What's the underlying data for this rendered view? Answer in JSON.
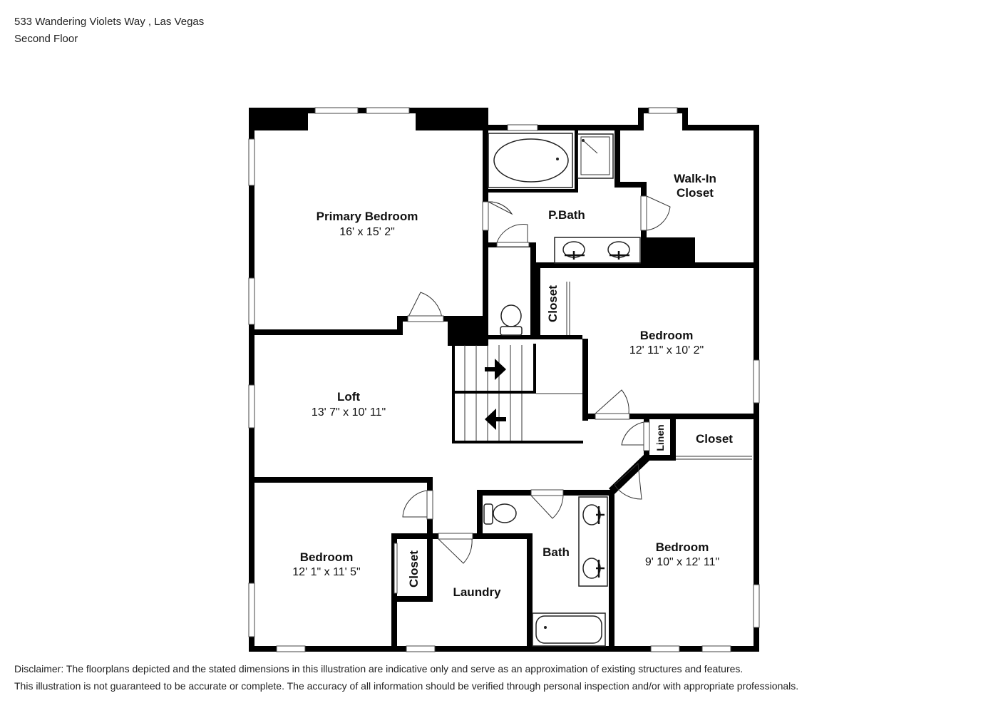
{
  "header": {
    "address": "533 Wandering Violets Way , Las Vegas",
    "floor": "Second Floor"
  },
  "rooms": {
    "primary_bedroom": {
      "name": "Primary Bedroom",
      "dims": "16' x 15' 2\""
    },
    "p_bath": {
      "name": "P.Bath"
    },
    "walk_in_closet": {
      "name_line1": "Walk-In",
      "name_line2": "Closet"
    },
    "closet_upper": {
      "name": "Closet"
    },
    "bedroom_right": {
      "name": "Bedroom",
      "dims": "12' 11\" x 10' 2\""
    },
    "loft": {
      "name": "Loft",
      "dims": "13' 7\" x 10' 11\""
    },
    "linen": {
      "name": "Linen"
    },
    "closet_right": {
      "name": "Closet"
    },
    "bedroom_left": {
      "name": "Bedroom",
      "dims": "12' 1\" x 11' 5\""
    },
    "closet_left": {
      "name": "Closet"
    },
    "laundry": {
      "name": "Laundry"
    },
    "bath": {
      "name": "Bath"
    },
    "bedroom_bottom_right": {
      "name": "Bedroom",
      "dims": "9' 10\" x 12' 11\""
    }
  },
  "disclaimer": {
    "line1": "Disclaimer: The floorplans depicted and the stated dimensions in this illustration are indicative only and serve as an approximation of existing structures and features.",
    "line2": "This illustration is not guaranteed to be accurate or complete. The accuracy of all information should be verified through personal inspection and/or with appropriate professionals."
  },
  "colors": {
    "wall": "#000000",
    "background": "#ffffff"
  }
}
